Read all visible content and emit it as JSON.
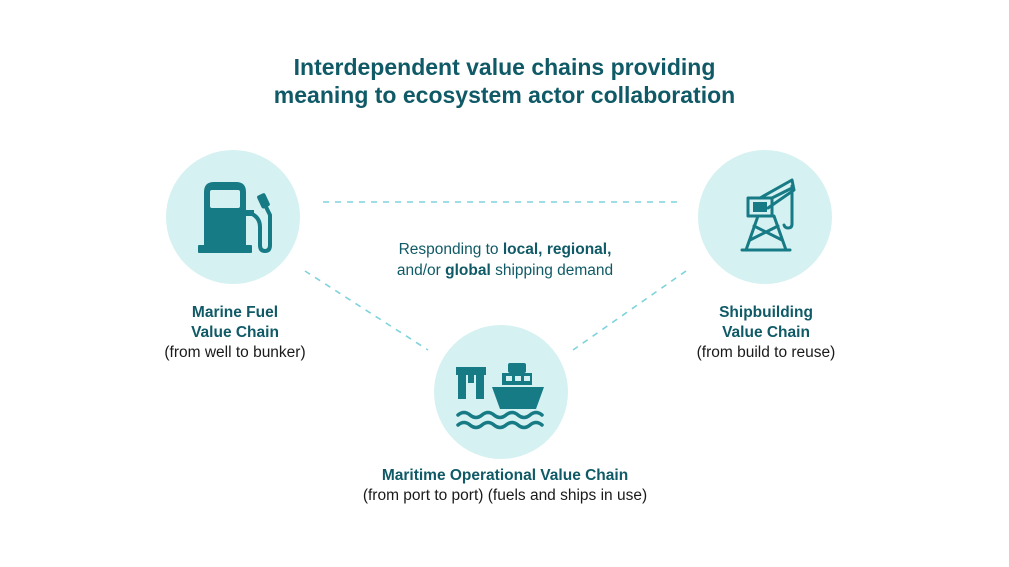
{
  "title": {
    "line1": "Interdependent value chains providing",
    "line2": "meaning to ecosystem actor collaboration"
  },
  "center_text": {
    "prefix": "Responding to ",
    "local": "local,",
    "regional": "regional,",
    "and_or": "and/or ",
    "global": "global",
    "suffix": " shipping demand"
  },
  "nodes": {
    "fuel": {
      "name_line1": "Marine Fuel",
      "name_line2": "Value Chain",
      "sub": "(from well to bunker)",
      "icon": "fuel-pump-icon"
    },
    "ship": {
      "name_line1": "Shipbuilding",
      "name_line2": "Value Chain",
      "sub": "(from build to reuse)",
      "icon": "crane-icon"
    },
    "maritime": {
      "name": "Maritime Operational Value Chain",
      "sub": "(from port to port) (fuels and ships in use)",
      "icon": "port-ship-icon"
    }
  },
  "colors": {
    "primary": "#0f5a66",
    "circle_fill": "#d6f1f1",
    "icon": "#177b86",
    "dashed_line": "#7fd3dc"
  }
}
